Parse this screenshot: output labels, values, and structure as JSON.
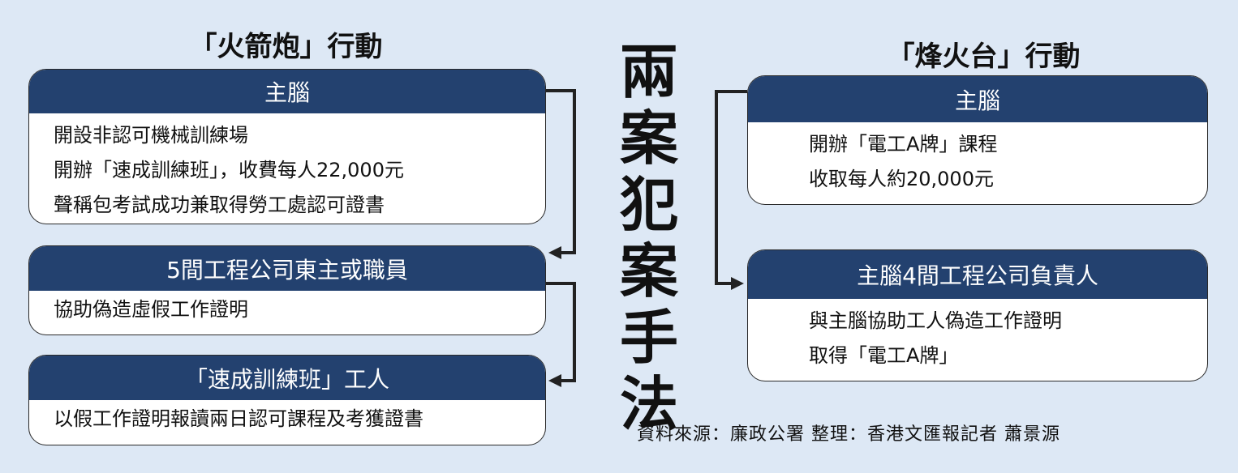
{
  "center_title": "兩案犯案手法",
  "left": {
    "title": "「火箭炮」行動",
    "boxes": [
      {
        "header": "主腦",
        "lines": [
          "開設非認可機械訓練場",
          "開辦「速成訓練班」，收費每人22,000元",
          "聲稱包考試成功兼取得勞工處認可證書"
        ]
      },
      {
        "header": "5間工程公司東主或職員",
        "lines": [
          "協助偽造虛假工作證明"
        ]
      },
      {
        "header": "「速成訓練班」工人",
        "lines": [
          "以假工作證明報讀兩日認可課程及考獲證書"
        ]
      }
    ]
  },
  "right": {
    "title": "「烽火台」行動",
    "boxes": [
      {
        "header": "主腦",
        "lines": [
          "開辦「電工A牌」課程",
          "收取每人約20,000元"
        ]
      },
      {
        "header": "主腦4間工程公司負責人",
        "lines": [
          "與主腦協助工人偽造工作證明",
          "取得「電工A牌」"
        ]
      }
    ]
  },
  "source": "資料來源：廉政公署  整理：香港文匯報記者  蕭景源"
}
